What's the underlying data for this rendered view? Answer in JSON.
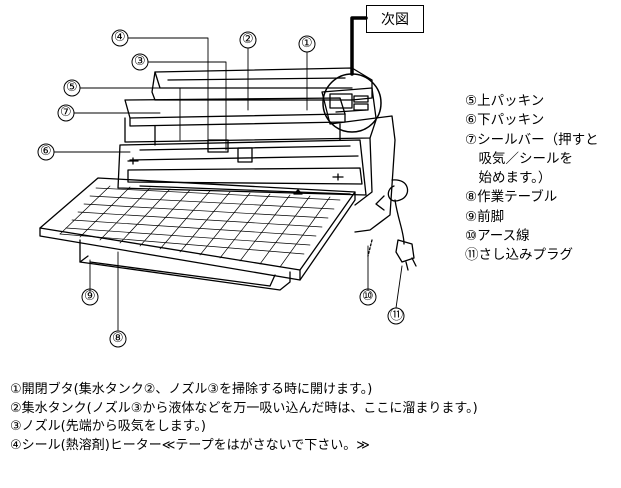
{
  "next_figure_label": "次図",
  "callouts": {
    "c1_top": "①",
    "c2": "②",
    "c3": "③",
    "c4": "④",
    "c5": "⑤",
    "c6": "⑥",
    "c7": "⑦",
    "c8": "⑧",
    "c9": "⑨",
    "c10": "⑩",
    "c11": "⑪"
  },
  "legend": [
    "⑤上パッキン",
    "⑥下パッキン",
    "⑦シールバー（押すと",
    "　吸気／シールを",
    "　始めます。）",
    "⑧作業テーブル",
    "⑨前脚",
    "⑩アース線",
    "⑪さし込みプラグ"
  ],
  "notes": [
    "①開閉ブタ(集水タンク②、ノズル③を掃除する時に開けます。)",
    "②集水タンク(ノズル③から液体などを万一吸い込んだ時は、ここに溜まります。)",
    "③ノズル(先端から吸気をします。)",
    "④シール(熱溶剤)ヒーター≪テープをはがさないで下さい。≫"
  ]
}
